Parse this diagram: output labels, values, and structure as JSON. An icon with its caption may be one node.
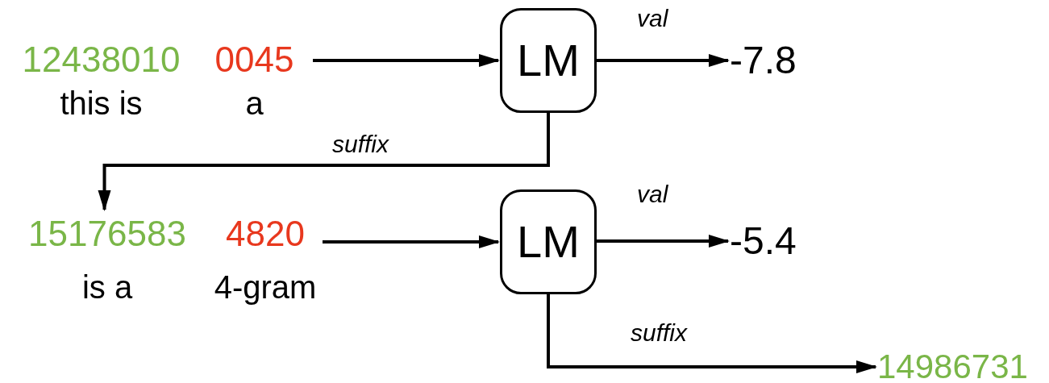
{
  "diagram": {
    "nodes": [
      {
        "text": [
          "12438010",
          "0045",
          "this is",
          "a"
        ]
      },
      {
        "text": [
          "LM"
        ]
      },
      {
        "text": [
          "-7.8"
        ]
      },
      {
        "text": [
          "15176583",
          "4820",
          "is a",
          "4-gram"
        ]
      },
      {
        "text": [
          "LM"
        ]
      },
      {
        "text": [
          "-5.4"
        ]
      },
      {
        "text": [
          "14986731"
        ]
      }
    ],
    "edges": [
      {
        "from": 0,
        "to": 1,
        "arrow": "to"
      },
      {
        "from": 1,
        "to": 2,
        "arrow": "to",
        "label": "val"
      },
      {
        "from": 1,
        "to": 3,
        "arrow": "to",
        "label": "suffix"
      },
      {
        "from": 3,
        "to": 4,
        "arrow": "to"
      },
      {
        "from": 4,
        "to": 5,
        "arrow": "to",
        "label": "val"
      },
      {
        "from": 4,
        "to": 6,
        "arrow": "to",
        "label": "suffix"
      }
    ]
  }
}
